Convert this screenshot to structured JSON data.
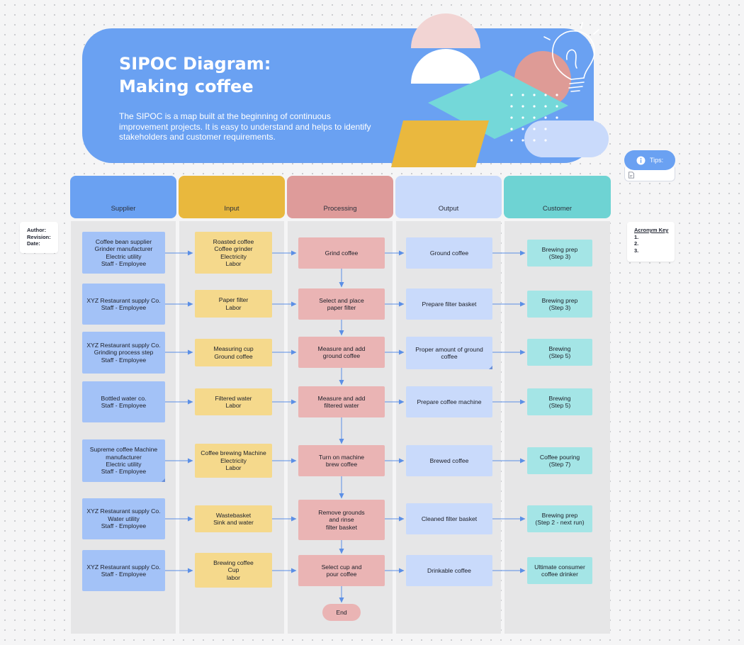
{
  "header": {
    "title_line1": "SIPOC Diagram:",
    "title_line2": "Making coffee",
    "description": "The SIPOC is a map built at the beginning of continuous improvement projects. It is easy to understand and helps to identify stakeholders and customer requirements."
  },
  "columns": {
    "supplier": "Supplier",
    "input": "Input",
    "processing": "Processing",
    "output": "Output",
    "customer": "Customer"
  },
  "meta_note": {
    "author": "Author:",
    "revision": "Revision:",
    "date": "Date:"
  },
  "acronym_note": {
    "title": "Acronym Key",
    "items": [
      "1.",
      "2.",
      "3."
    ]
  },
  "tips": {
    "label": "Tips:",
    "icon": "info-icon"
  },
  "rows": [
    {
      "supplier": "Coffee bean supplier\nGrinder manufacturer\nElectric utility\nStaff - Employee",
      "input": "Roasted coffee\nCoffee grinder\nElectricity\nLabor",
      "process": "Grind coffee",
      "output": "Ground coffee",
      "customer": "Brewing prep\n(Step 3)"
    },
    {
      "supplier": "XYZ Restaurant supply Co.\nStaff - Employee",
      "input": "Paper filter\nLabor",
      "process": "Select and place\npaper filter",
      "output": "Prepare filter basket",
      "customer": "Brewing prep\n(Step 3)"
    },
    {
      "supplier": "XYZ Restaurant supply Co.\nGrinding process step\nStaff - Employee",
      "input": "Measuring cup\nGround coffee",
      "process": "Measure and add\nground coffee",
      "output": "Proper amount of ground\ncoffee",
      "customer": "Brewing\n(Step 5)"
    },
    {
      "supplier": "Bottled water co.\nStaff - Employee",
      "input": "Filtered water\nLabor",
      "process": "Measure and add\nfiltered water",
      "output": "Prepare coffee machine",
      "customer": "Brewing\n(Step 5)"
    },
    {
      "supplier": "Supreme coffee Machine\nmanufacturer\nElectric utility\nStaff - Employee",
      "input": "Coffee brewing Machine\nElectricity\nLabor",
      "process": "Turn on machine\nbrew coffee",
      "output": "Brewed coffee",
      "customer": "Coffee pouring\n(Step 7)"
    },
    {
      "supplier": "XYZ Restaurant supply Co.\nWater utility\nStaff - Employee",
      "input": "Wastebasket\nSink and water",
      "process": "Remove grounds\nand rinse\nfilter basket",
      "output": "Cleaned  filter basket",
      "customer": "Brewing prep\n(Step 2 - next run)"
    },
    {
      "supplier": "XYZ Restaurant supply Co.\nStaff - Employee",
      "input": "Brewing coffee\nCup\nlabor",
      "process": "Select cup and\npour coffee",
      "output": "Drinkable coffee",
      "customer": "Ultimate consumer\ncoffee drinker"
    }
  ],
  "end_label": "End",
  "colors": {
    "banner": "#6aa1f2",
    "supplier": "#a3c2f7",
    "input": "#f5d98c",
    "processing": "#eab4b4",
    "output": "#c9dafb",
    "customer": "#a4e5e6",
    "arrow": "#5b8fe6"
  }
}
